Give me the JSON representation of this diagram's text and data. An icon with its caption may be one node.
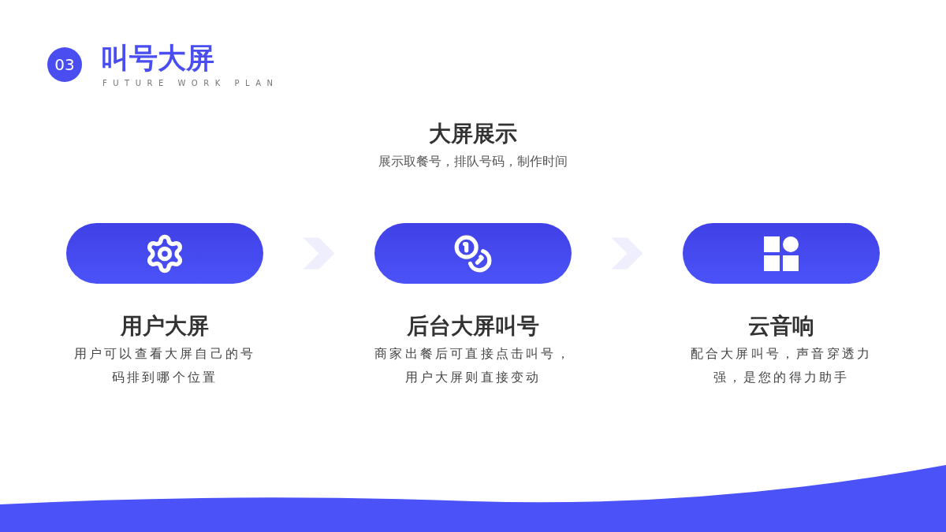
{
  "diagram": {
    "title": "叫号大屏",
    "nodes": [
      {
        "text": [
          "用户大屏",
          "用户可以查看大屏自己的号码排到哪个位置"
        ]
      },
      {
        "text": [
          "后台大屏叫号",
          "商家出餐后可直接点击叫号，用户大屏则直接变动"
        ]
      },
      {
        "text": [
          "云音响",
          "配合大屏叫号，声音穿透力强，是您的得力助手"
        ]
      }
    ],
    "edges": [
      {
        "from": 0,
        "to": 1,
        "arrow": "to"
      },
      {
        "from": 1,
        "to": 2,
        "arrow": "to"
      }
    ],
    "labels": [
      "03",
      "FUTURE WORK PLAN",
      "大屏展示",
      "展示取餐号，排队号码，制作时间"
    ]
  }
}
